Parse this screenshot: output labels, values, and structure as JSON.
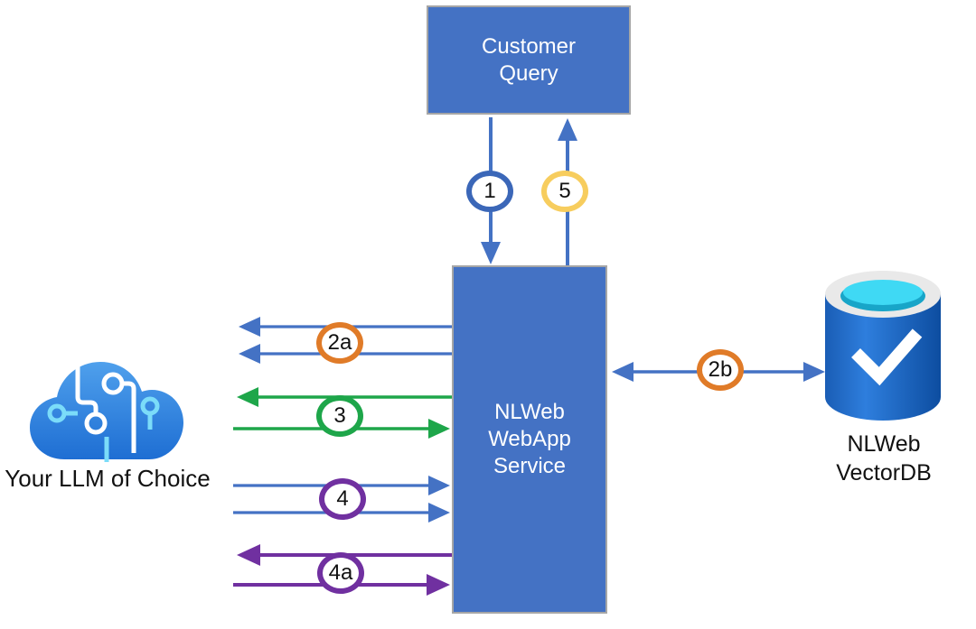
{
  "nodes": {
    "customer_query": {
      "line1": "Customer",
      "line2": "Query"
    },
    "webapp_service": {
      "line1": "NLWeb",
      "line2": "WebApp",
      "line3": "Service"
    },
    "llm": {
      "label": "Your LLM of Choice",
      "icon": "ai-cloud-icon"
    },
    "vectordb": {
      "line1": "NLWeb",
      "line2": "VectorDB",
      "icon": "database-check-icon"
    }
  },
  "steps": {
    "s1": {
      "label": "1"
    },
    "s2a": {
      "label": "2a"
    },
    "s2b": {
      "label": "2b"
    },
    "s3": {
      "label": "3"
    },
    "s4": {
      "label": "4"
    },
    "s4a": {
      "label": "4a"
    },
    "s5": {
      "label": "5"
    }
  },
  "colors": {
    "box_fill": "#4472C4",
    "box_border": "#A6A6A6",
    "arrow_blue": "#4472C4",
    "arrow_green": "#1EA64A",
    "arrow_purple": "#7030A0",
    "badge_ring_blue": "#3B67B8",
    "badge_ring_yellow": "#F7CD5E",
    "badge_ring_orange": "#E07B28",
    "badge_ring_green": "#1EA64A",
    "badge_ring_purple": "#7030A0",
    "text_dark": "#111111",
    "text_on_box": "#FFFFFF",
    "cloud_blue": "#2F7CD8",
    "cloud_circuit_cyan": "#7BDCF9",
    "db_blue": "#1A5DB5",
    "db_rim": "#E9E9E9",
    "db_cyan": "#3FD9F4"
  }
}
